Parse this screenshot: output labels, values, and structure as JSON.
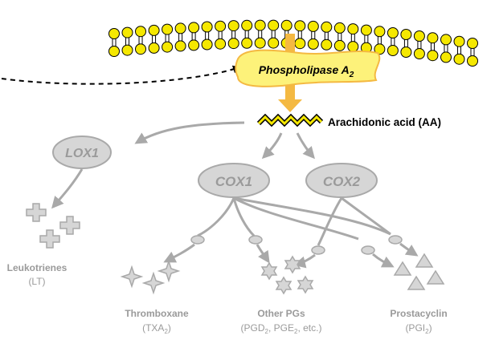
{
  "enzyme_source": {
    "name": "Phospholipase A",
    "subscript": "2"
  },
  "substrate": "Arachidonic acid (AA)",
  "enzymes": {
    "lox1": "LOX1",
    "cox1": "COX1",
    "cox2": "COX2"
  },
  "products": {
    "leukotrienes": {
      "name": "Leukotrienes",
      "abbr": "(LT)"
    },
    "thromboxane": {
      "name": "Thromboxane",
      "abbr_pre": "(TXA",
      "abbr_sub": "2",
      "abbr_post": ")"
    },
    "other_pgs": {
      "name": "Other PGs",
      "abbr_a": "(PGD",
      "sub_a": "2",
      "abbr_b": ", PGE",
      "sub_b": "2",
      "abbr_c": ", etc.)"
    },
    "prostacyclin": {
      "name": "Prostacyclin",
      "abbr_pre": "(PGI",
      "abbr_sub": "2",
      "abbr_post": ")"
    }
  },
  "colors": {
    "membrane_head": "#f5e800",
    "enzyme_fill": "#fdf27a",
    "arrow_orange": "#f4b942",
    "gray_fill": "#d6d6d6",
    "gray_stroke": "#a9a9a9",
    "text_dark": "#000000",
    "text_gray": "#9a9a9a"
  }
}
